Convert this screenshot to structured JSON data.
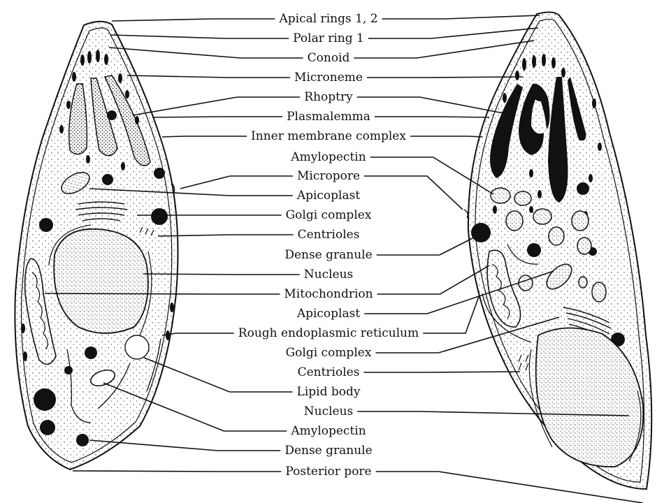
{
  "labels": [
    {
      "text": "Apical rings 1, 2",
      "side": "both"
    },
    {
      "text": "Polar ring 1",
      "side": "both"
    },
    {
      "text": "Conoid",
      "side": "both"
    },
    {
      "text": "Microneme",
      "side": "both"
    },
    {
      "text": "Rhoptry",
      "side": "both"
    },
    {
      "text": "Plasmalemma",
      "side": "both"
    },
    {
      "text": "Inner membrane complex",
      "side": "both"
    },
    {
      "text": "Amylopectin",
      "side": "right"
    },
    {
      "text": "Micropore",
      "side": "both"
    },
    {
      "text": "Apicoplast",
      "side": "left"
    },
    {
      "text": "Golgi complex",
      "side": "left"
    },
    {
      "text": "Centrioles",
      "side": "left"
    },
    {
      "text": "Dense granule",
      "side": "right"
    },
    {
      "text": "Nucleus",
      "side": "left"
    },
    {
      "text": "Mitochondrion",
      "side": "both"
    },
    {
      "text": "Apicoplast",
      "side": "right"
    },
    {
      "text": "Rough endoplasmic reticulum",
      "side": "both"
    },
    {
      "text": "Golgi complex",
      "side": "right"
    },
    {
      "text": "Centrioles",
      "side": "right"
    },
    {
      "text": "Lipid body",
      "side": "left"
    },
    {
      "text": "Nucleus",
      "side": "right"
    },
    {
      "text": "Amylopectin",
      "side": "left"
    },
    {
      "text": "Dense granule",
      "side": "left"
    },
    {
      "text": "Posterior pore",
      "side": "both"
    }
  ]
}
